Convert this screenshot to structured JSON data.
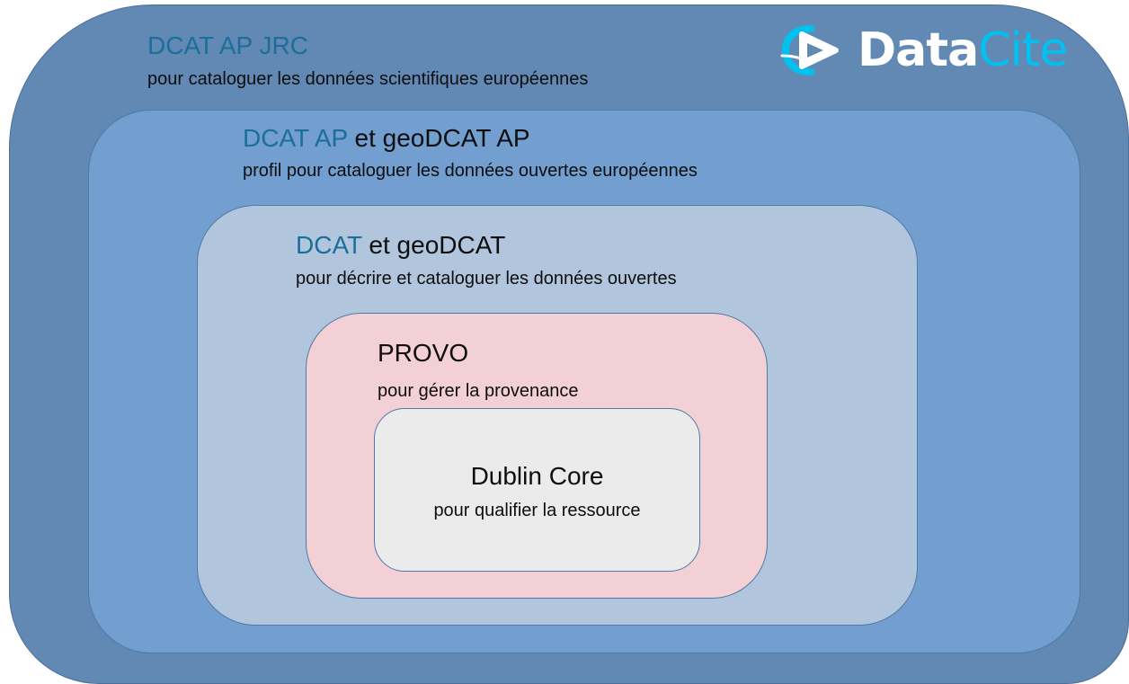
{
  "logo": {
    "data": "Data",
    "cite": "Cite",
    "brand_color": "#00c1ef"
  },
  "levels": [
    {
      "title_accent": "DCAT AP JRC",
      "title_rest": "",
      "subtitle": "pour cataloguer les données scientifiques européennes",
      "fill": "#6288b4"
    },
    {
      "title_accent": "DCAT AP",
      "title_rest": "et geoDCAT AP",
      "subtitle": "profil pour cataloguer les données ouvertes européennes",
      "fill": "#729fcf"
    },
    {
      "title_accent": "DCAT",
      "title_rest": "et geoDCAT",
      "subtitle": "pour décrire et cataloguer les données ouvertes",
      "fill": "#b1c5dd"
    },
    {
      "title_accent": "",
      "title_rest": "PROVO",
      "subtitle": "pour gérer la provenance",
      "fill": "#f3d0d6"
    },
    {
      "title_accent": "",
      "title_rest": "Dublin Core",
      "subtitle": "pour qualifier la ressource",
      "fill": "#ecebec"
    }
  ],
  "colors": {
    "accent_text": "#1b6f9a",
    "border": "#4f79a6"
  }
}
